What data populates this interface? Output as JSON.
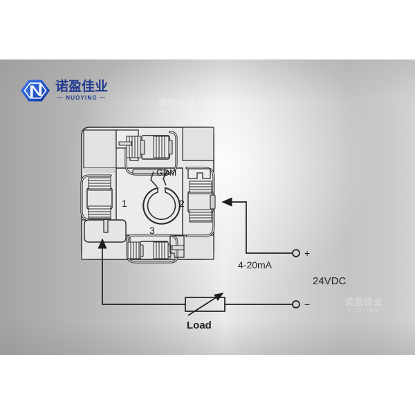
{
  "page": {
    "background": "#ffffff",
    "band_color_left": "#a3a3a3",
    "band_color_center": "#ebebeb",
    "band_color_right": "#d2d2d2"
  },
  "brand": {
    "logo_icon": "hexagon-n-logo-icon",
    "name_cn": "诺盈佳业",
    "name_en": "— NUOYING —",
    "accent_color": "#1f3a8f",
    "logo_gradient_from": "#2a5bd7",
    "logo_gradient_to": "#0f3fb0"
  },
  "watermarks": [
    {
      "text": "诺盈佳业",
      "sub": "NUOYING"
    },
    {
      "text": "诺盈佳业",
      "sub": "NUOYING"
    }
  ],
  "diagram": {
    "type": "wiring-schematic",
    "device": "pressure-transmitter-connector-housing",
    "seal_label": "GDM",
    "terminal_numbers": [
      "1",
      "2",
      "3"
    ],
    "signal_label": "4-20mA",
    "supply_label": "24VDC",
    "load_label": "Load",
    "load_symbol": "variable-resistor",
    "terminal_positive": "+",
    "terminal_negative": "−",
    "line_color": "#2b2b2b",
    "fill_light": "#e9e9e9",
    "fill_mid": "#dcdcdc",
    "fill_dark": "#c9c9c9",
    "connections": [
      {
        "from": "terminal-2",
        "to": "positive",
        "label": "4-20mA",
        "direction": "into-device"
      },
      {
        "from": "terminal-1",
        "to": "negative",
        "label": "Load",
        "direction": "into-device"
      }
    ]
  }
}
